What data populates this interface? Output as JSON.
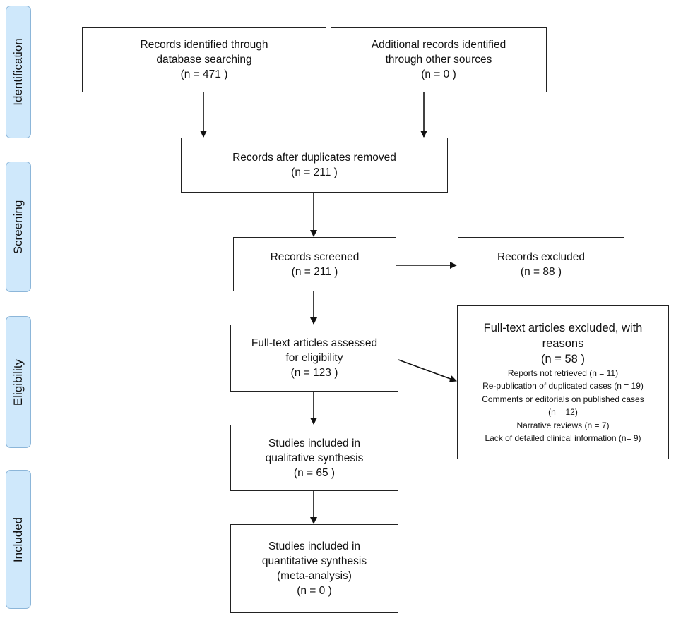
{
  "phases": {
    "identification": "Identification",
    "screening": "Screening",
    "eligibility": "Eligibility",
    "included": "Included"
  },
  "boxes": {
    "database": {
      "line1": "Records identified through",
      "line2": "database searching",
      "count": "(n = 471 )"
    },
    "other_sources": {
      "line1": "Additional records identified",
      "line2": "through other sources",
      "count": "(n = 0 )"
    },
    "after_duplicates": {
      "line1": "Records after duplicates removed",
      "count": "(n = 211 )"
    },
    "screened": {
      "line1": "Records screened",
      "count": "(n = 211 )"
    },
    "excluded": {
      "line1": "Records excluded",
      "count": "(n = 88 )"
    },
    "full_text": {
      "line1": "Full-text articles assessed",
      "line2": "for eligibility",
      "count": "(n = 123 )"
    },
    "full_text_excluded": {
      "line1": "Full-text articles excluded, with",
      "line2": "reasons",
      "count": "(n = 58 )",
      "reasons": [
        "Reports not retrieved (n = 11)",
        "Re-publication of duplicated cases (n = 19)",
        "Comments or editorials on published cases",
        "(n = 12)",
        "Narrative reviews (n = 7)",
        "Lack of detailed clinical information (n= 9)"
      ]
    },
    "qualitative": {
      "line1": "Studies included in",
      "line2": "qualitative synthesis",
      "count": "(n = 65 )"
    },
    "quantitative": {
      "line1": "Studies included in",
      "line2": "quantitative synthesis",
      "line3": "(meta-analysis)",
      "count": "(n = 0 )"
    }
  }
}
